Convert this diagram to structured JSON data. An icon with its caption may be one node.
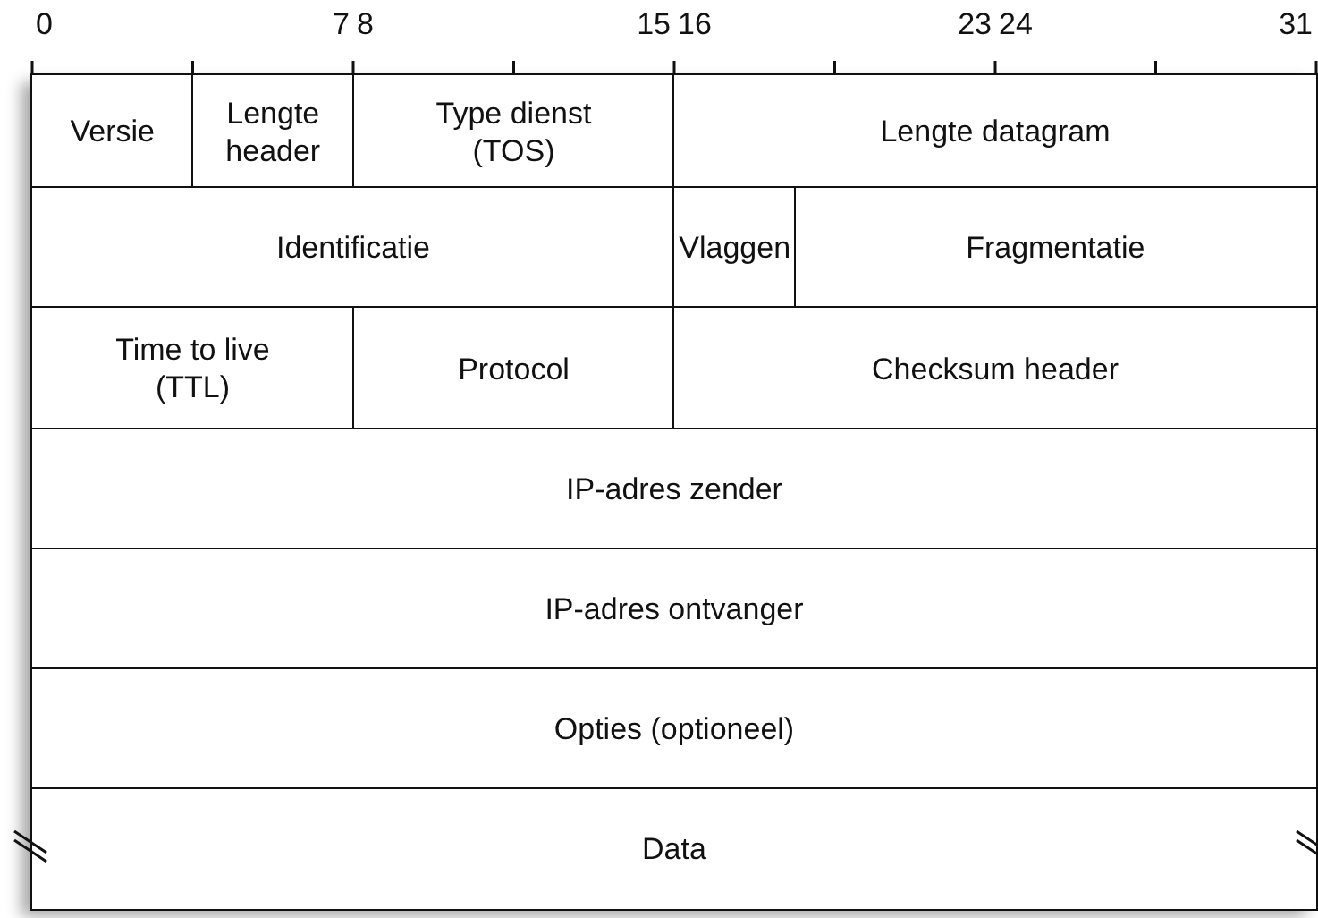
{
  "diagram": {
    "nodes": [
      {
        "text": [
          "Versie"
        ]
      },
      {
        "text": [
          "Lengte header"
        ]
      },
      {
        "text": [
          "Type dienst (TOS)"
        ]
      },
      {
        "text": [
          "Lengte datagram"
        ]
      },
      {
        "text": [
          "Identificatie"
        ]
      },
      {
        "text": [
          "Vlaggen"
        ]
      },
      {
        "text": [
          "Fragmentatie"
        ]
      },
      {
        "text": [
          "Time to live (TTL)"
        ]
      },
      {
        "text": [
          "Protocol"
        ]
      },
      {
        "text": [
          "Checksum header"
        ]
      },
      {
        "text": [
          "IP-adres zender"
        ]
      },
      {
        "text": [
          "IP-adres ontvanger"
        ]
      },
      {
        "text": [
          "Opties (optioneel)"
        ]
      },
      {
        "text": [
          "Data"
        ]
      }
    ],
    "edges": [],
    "labels": [
      "0",
      "7",
      "8",
      "15",
      "16",
      "23",
      "24",
      "31"
    ]
  }
}
